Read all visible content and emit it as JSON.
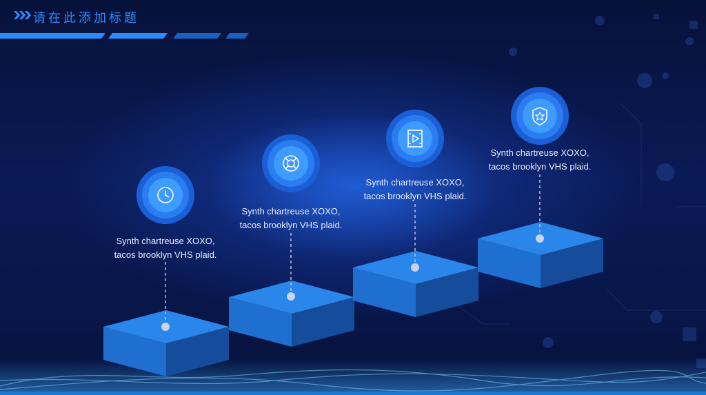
{
  "header": {
    "title": "请在此添加标题"
  },
  "steps": [
    {
      "text_line1": "Synth chartreuse XOXO,",
      "text_line2": "tacos brooklyn VHS plaid.",
      "icon": "clock-icon"
    },
    {
      "text_line1": "Synth chartreuse XOXO,",
      "text_line2": "tacos brooklyn VHS plaid.",
      "icon": "lifebuoy-icon"
    },
    {
      "text_line1": "Synth chartreuse XOXO,",
      "text_line2": "tacos brooklyn VHS plaid.",
      "icon": "video-play-icon"
    },
    {
      "text_line1": "Synth chartreuse XOXO,",
      "text_line2": "tacos brooklyn VHS plaid.",
      "icon": "shield-star-icon"
    }
  ],
  "colors": {
    "accent": "#2c8cff",
    "box_top": "#2a86ea",
    "box_front": "#1f6fd0",
    "box_side": "#154c9c",
    "circle_outer": "#1b5fd6",
    "circle_mid": "#2a7cf0",
    "circle_inner": "#3e9bff"
  }
}
